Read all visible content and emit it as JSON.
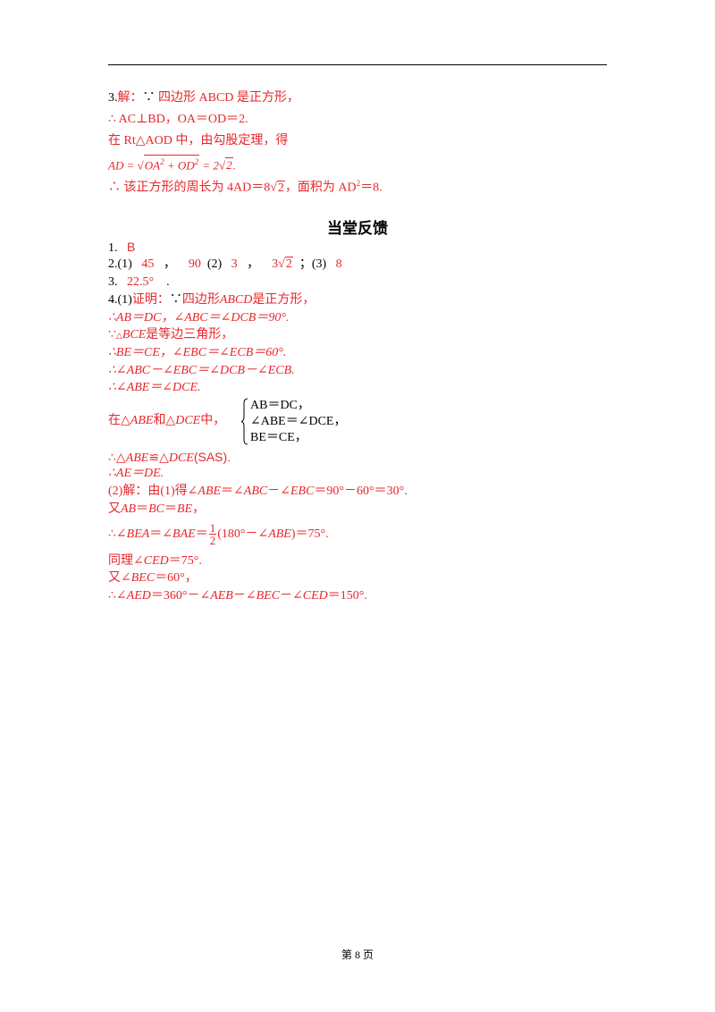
{
  "sec3": {
    "l1_num": "3.",
    "l1_jie": "解：",
    "l1_because": "∵",
    "l1_rest": " 四边形  ABCD  是正方形，",
    "l2_therefore": "∴",
    "l2_rest": "  AC⊥BD，OA＝OD＝2.",
    "l3": "在  Rt△AOD  中，由勾股定理，得",
    "l4_lhs": "AD = ",
    "l4_rad_a": "OA",
    "l4_sup_a": "2",
    "l4_plus": " + ",
    "l4_rad_b": "OD",
    "l4_sup_b": "2",
    "l4_eq": " = 2",
    "l4_rad_c": "2",
    "l4_dot": ".",
    "l5_therefore": "∴",
    "l5_a": "  该正方形的周长为  4AD＝8",
    "l5_rad": "2",
    "l5_b": "，面积为  AD",
    "l5_sup": "2",
    "l5_c": "＝8."
  },
  "feedback": {
    "title": "当堂反馈",
    "q1_num": "1.",
    "q1_ans": "B",
    "q2_num": "2.(1)",
    "q2_a1": "45",
    "q2_sep1": "，",
    "q2_a2": "90",
    "q2_p2": "(2)",
    "q2_a3": "3",
    "q2_sep2": "，",
    "q2_a4_pre": "3",
    "q2_a4_rad": "2",
    "q2_p3": "；(3)",
    "q2_a5": "8",
    "q3_num": "3.",
    "q3_ans": "22.5°",
    "q3_dot": ".",
    "q4": {
      "l1_num": "4.(1)",
      "l1_zm": "证明：",
      "l1_because": "∵",
      "l1_rest_a": "四边形",
      "l1_rest_b": "ABCD",
      "l1_rest_c": "是正方形，",
      "l2": "∴AB＝DC，∠ABC＝∠DCB＝90°.",
      "l3_because": "∵",
      "l3_tri": "△",
      "l3_it": "BCE",
      "l3_rest": "是等边三角形，",
      "l4": "∴BE＝CE，∠EBC＝∠ECB＝60°.",
      "l5": "∴∠ABC－∠EBC＝∠DCB－∠ECB.",
      "l6": "∴∠ABE＝∠DCE.",
      "l7_a": "在△",
      "l7_b": "ABE",
      "l7_c": "和△",
      "l7_d": "DCE",
      "l7_e": "中，",
      "sys1": "AB＝DC，",
      "sys2": "∠ABE＝∠DCE，",
      "sys3": "BE＝CE，",
      "l8_a": "∴△",
      "l8_b": "ABE",
      "l8_c": "≌△",
      "l8_d": "DCE",
      "l8_e": "(SAS).",
      "l9": "∴AE＝DE.",
      "l10_a": "(2)解：由(1)得∠",
      "l10_b": "ABE",
      "l10_c": "＝∠",
      "l10_d": "ABC",
      "l10_e": "－∠",
      "l10_f": "EBC",
      "l10_g": "＝90°－60°＝30°.",
      "l11_a": "又",
      "l11_b": "AB",
      "l11_c": "＝",
      "l11_d": "BC",
      "l11_e": "＝",
      "l11_f": "BE",
      "l11_g": "，",
      "l12_a": "∴∠",
      "l12_b": "BEA",
      "l12_c": "＝∠",
      "l12_d": "BAE",
      "l12_e": "＝",
      "l12_num": "1",
      "l12_den": "2",
      "l12_f": "(180°－∠",
      "l12_g": "ABE",
      "l12_h": ")＝75°.",
      "l13_a": "同理∠",
      "l13_b": "CED",
      "l13_c": "＝75°.",
      "l14_a": "又∠",
      "l14_b": "BEC",
      "l14_c": "＝60°，",
      "l15_a": "∴∠",
      "l15_b": "AED",
      "l15_c": "＝360°－∠",
      "l15_d": "AEB",
      "l15_e": "－∠",
      "l15_f": "BEC",
      "l15_g": "－∠",
      "l15_h": "CED",
      "l15_i": "＝150°."
    }
  },
  "footer": {
    "pre": "第",
    "num": "8",
    "post": "页"
  },
  "colors": {
    "answer": "#e8262b",
    "text": "#000000"
  }
}
